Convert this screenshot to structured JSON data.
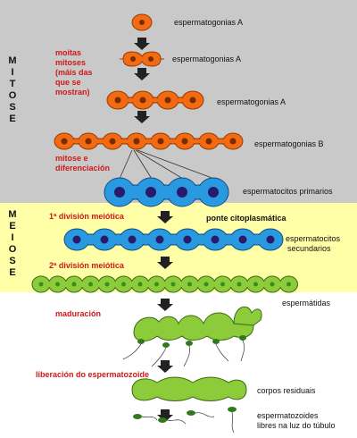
{
  "sections": {
    "mitose": "MITOSE",
    "meiose": "MEIOSE"
  },
  "processes": {
    "moitas_mitoses": "moitas mitoses (máis das que se mostran)",
    "moitas_line1": "moitas",
    "moitas_line2": "mitoses",
    "moitas_line3": "(máis das",
    "moitas_line4": "que se",
    "moitas_line5": "mostran)",
    "mitose_line1": "mitose e",
    "mitose_line2": "diferenciación",
    "meiotic1": "1ª división meiótica",
    "meiotic2": "2ª división meiótica",
    "maturation": "maduración",
    "release": "liberación do espermatozoide"
  },
  "cells": {
    "sg1": "espermatogonias A",
    "sg2": "espermatogonias A",
    "sg3": "espermatogonias A",
    "sgb": "espermatogonias B",
    "primary": "espermatocitos primarios",
    "bridge": "ponte citoplasmática",
    "secondary_line1": "espermatocitos",
    "secondary_line2": "secundarios",
    "spermatids": "espermátidas",
    "residual": "corpos residuais",
    "free_line1": "espermatozoides",
    "free_line2": "libres na luz do túbulo"
  },
  "colors": {
    "mitose_band": "#c9c9c9",
    "meiose_band": "#ffffa8",
    "spermatogonia": "#f26a12",
    "spermatocyte": "#2a9ae0",
    "spermatid": "#8ccc3a",
    "process_text": "#d01818"
  }
}
